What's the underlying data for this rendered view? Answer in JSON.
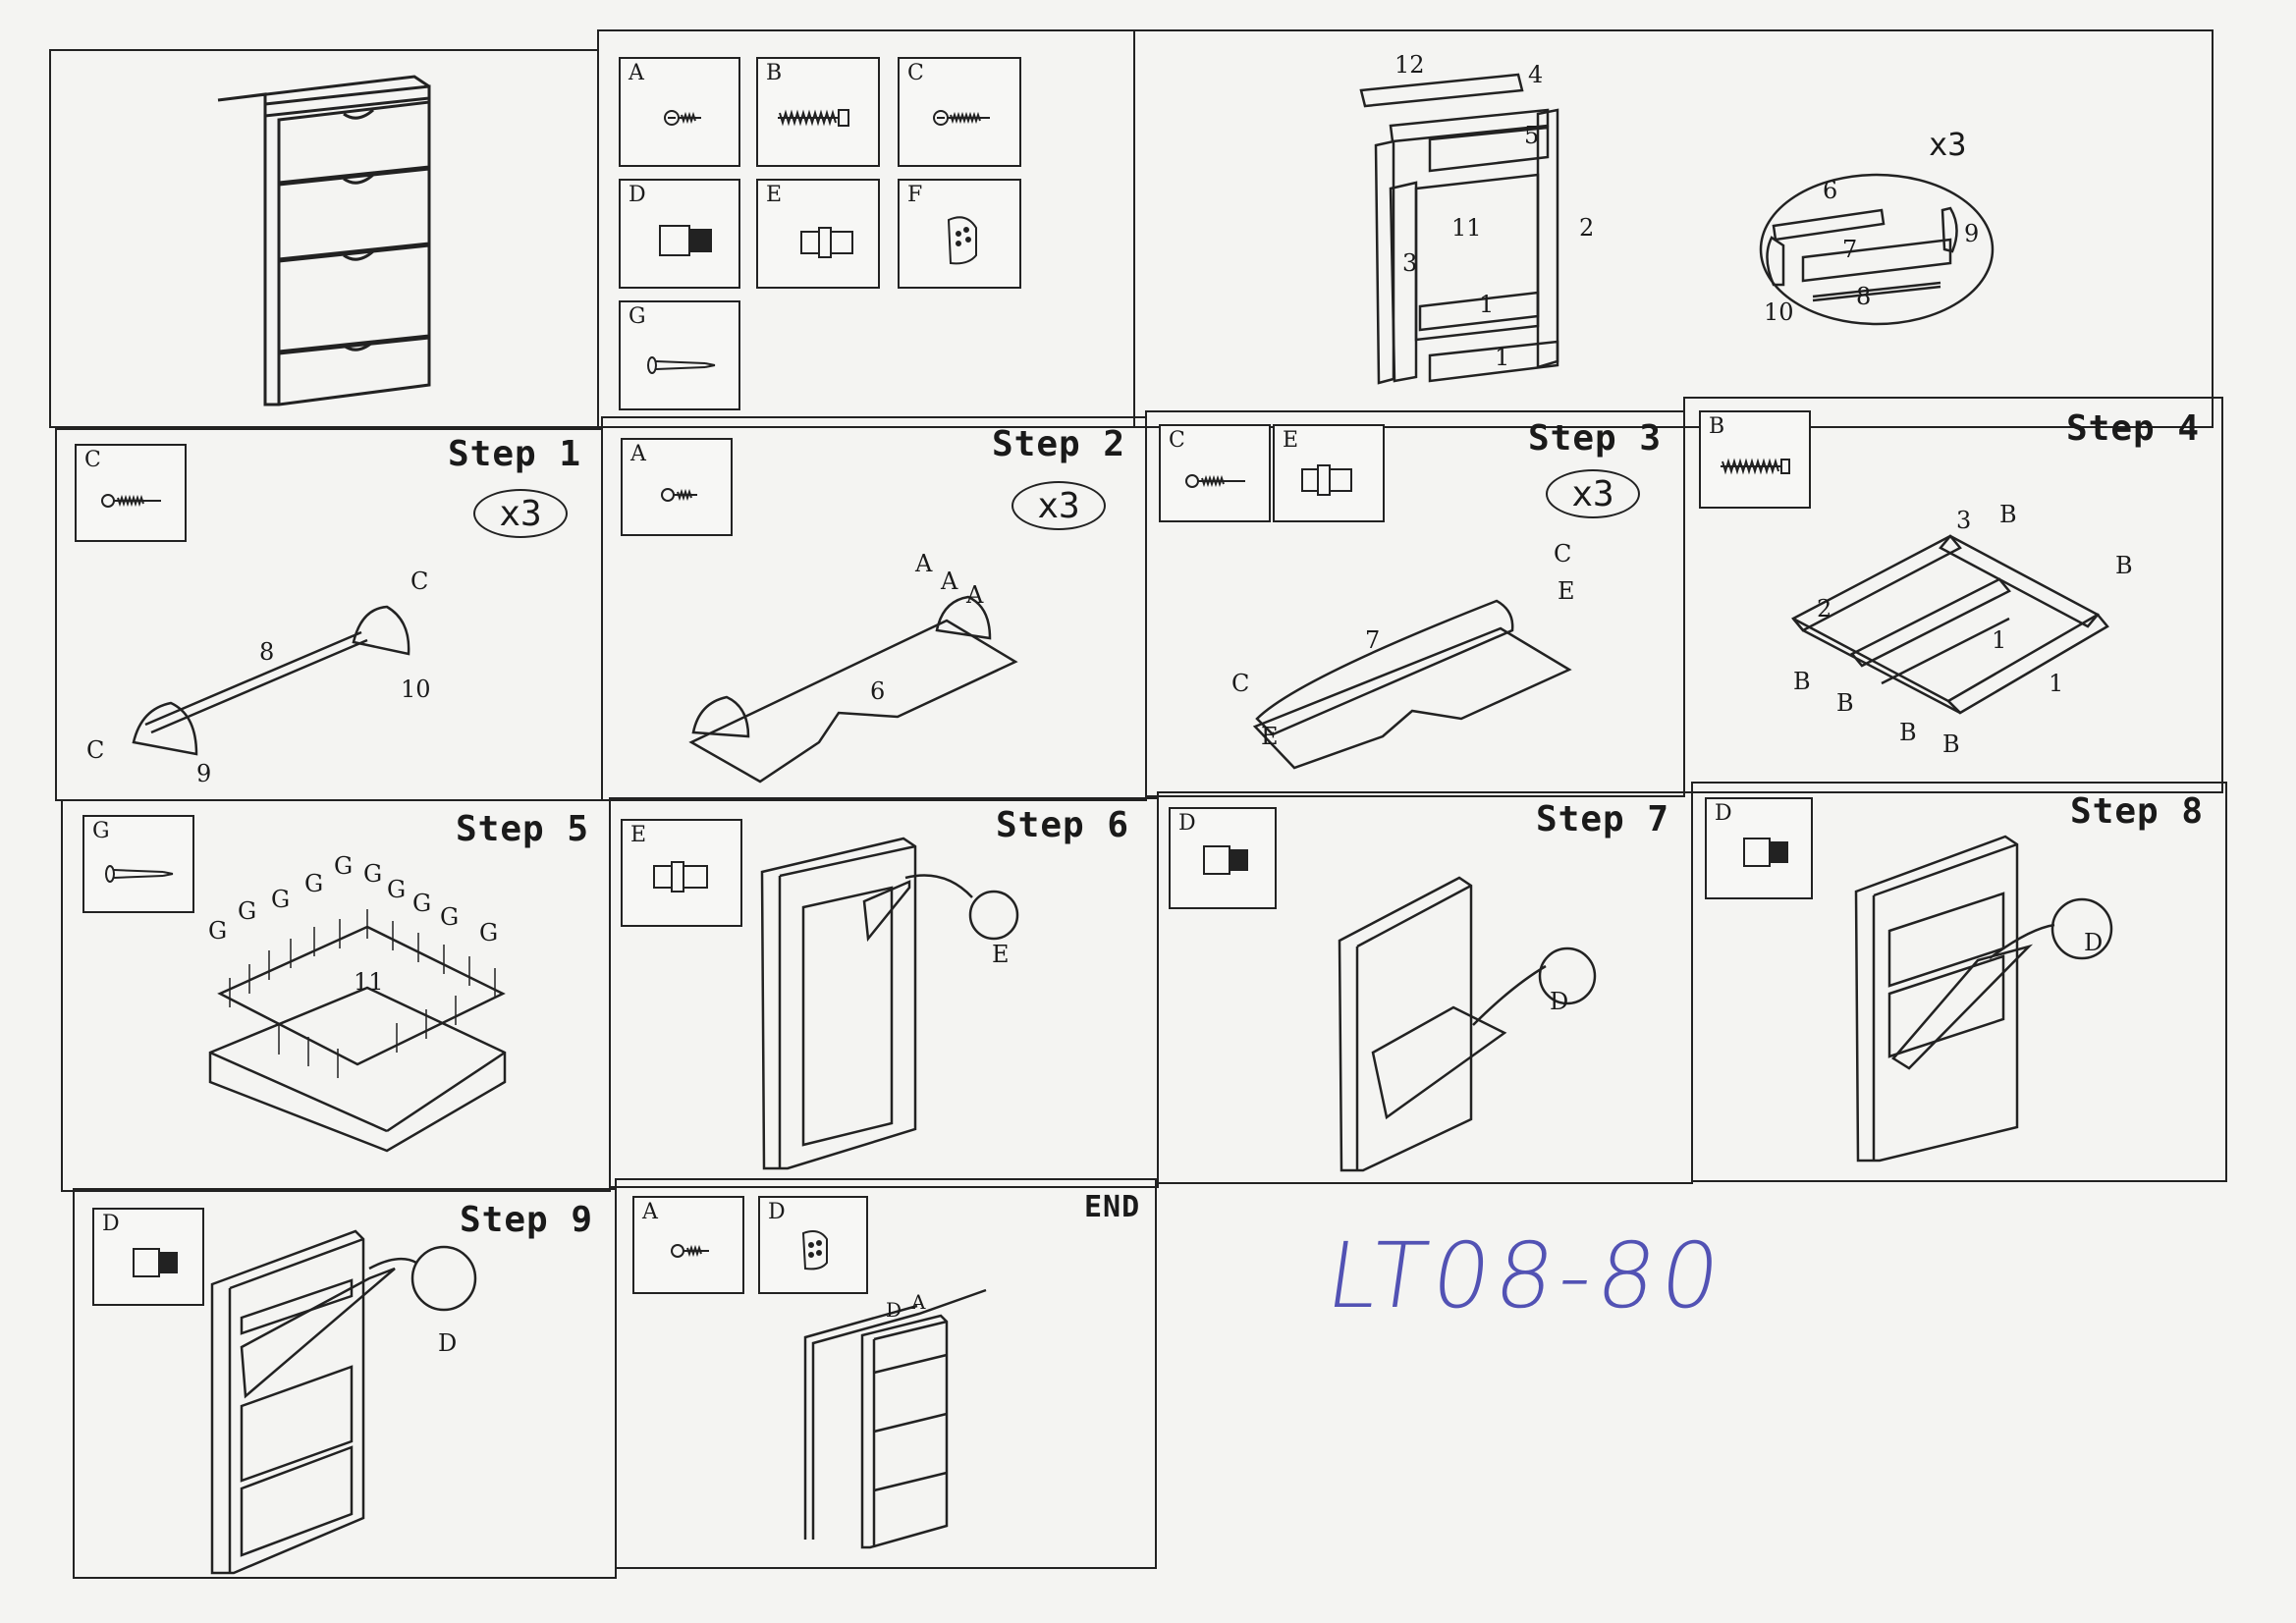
{
  "steps": {
    "s1": "Step 1",
    "s2": "Step 2",
    "s3": "Step 3",
    "s4": "Step 4",
    "s5": "Step 5",
    "s6": "Step 6",
    "s7": "Step 7",
    "s8": "Step 8",
    "s9": "Step 9",
    "end": "END"
  },
  "multiplier": "x3",
  "hardware": {
    "A": "A",
    "B": "B",
    "C": "C",
    "D": "D",
    "E": "E",
    "F": "F",
    "G": "G"
  },
  "parts": {
    "p1": "1",
    "p2": "2",
    "p3": "3",
    "p4": "4",
    "p5": "5",
    "p6": "6",
    "p7": "7",
    "p8": "8",
    "p9": "9",
    "p10": "10",
    "p11": "11",
    "p12": "12"
  },
  "model_code": "LT08-80"
}
